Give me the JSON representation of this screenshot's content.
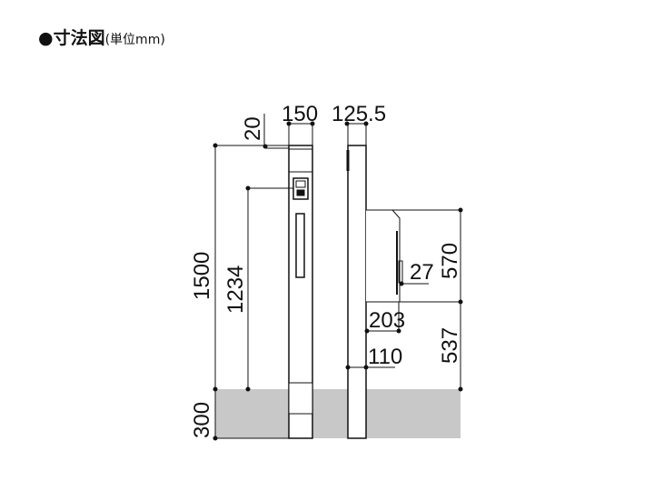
{
  "title": {
    "main": "●寸法図",
    "unit": "(単位mm)"
  },
  "dimensions": {
    "post_width": "150",
    "side_width": "125.5",
    "top_offset": "20",
    "height": "1500",
    "intercom_height": "1234",
    "embed_depth": "300",
    "mailbox_height": "570",
    "mailbox_bottom": "537",
    "mailbox_depth": "203",
    "handle": "27",
    "base_offset": "110"
  },
  "colors": {
    "ground": "#c8c8c8",
    "line": "#111111"
  }
}
